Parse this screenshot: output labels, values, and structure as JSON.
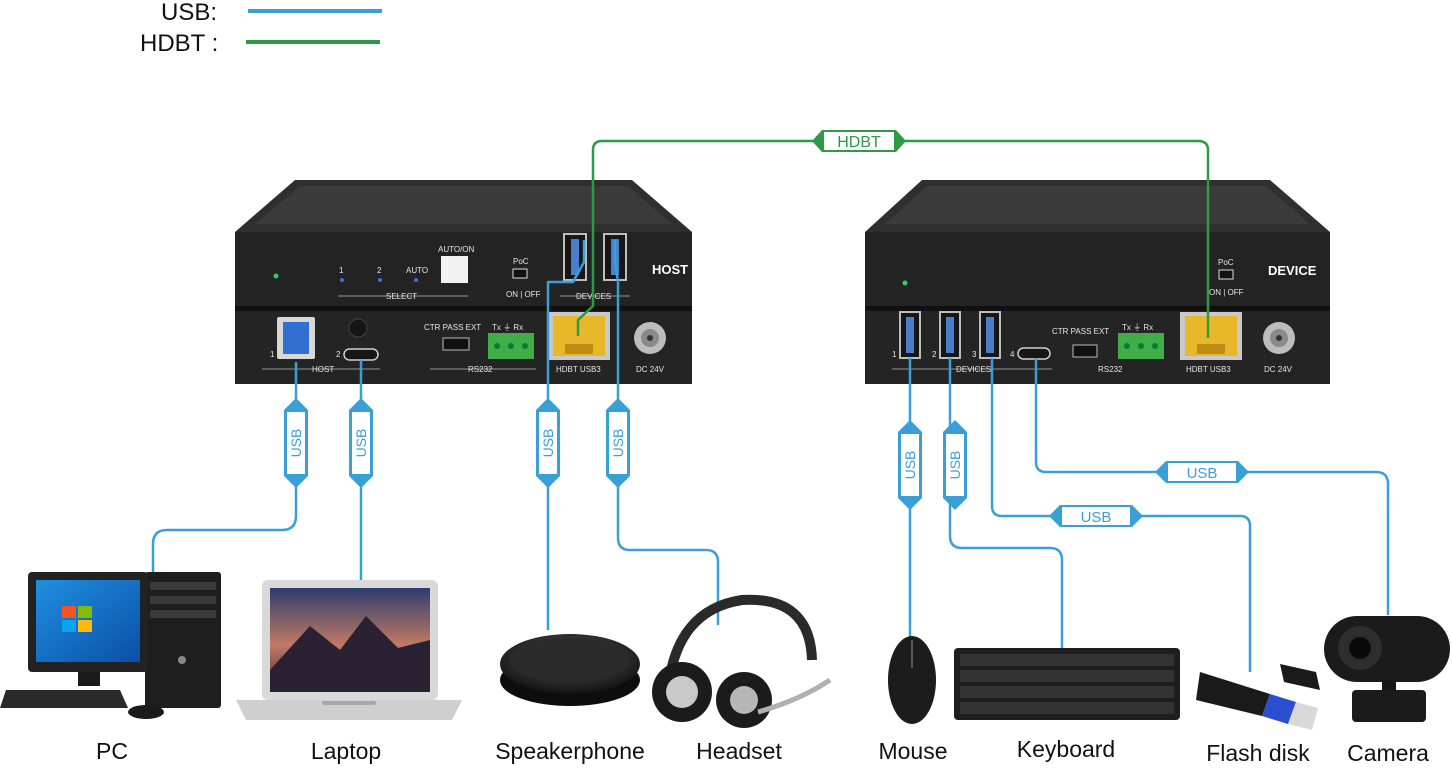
{
  "legend": {
    "usb_label": "USB:",
    "hdbt_label": "HDBT :"
  },
  "colors": {
    "usb": "#3a9fd6",
    "hdbt": "#2e9a47",
    "chassis": "#262626",
    "chassis_top": "#333333",
    "rj45": "#e8b72a",
    "terminal": "#3fae49"
  },
  "cable_tags": {
    "hdbt": "HDBT",
    "usb": "USB"
  },
  "host_box": {
    "name": "HOST",
    "select_label": "SELECT",
    "select_1": "1",
    "select_2": "2",
    "auto_label": "AUTO",
    "auto_on_label": "AUTO/ON",
    "poc_label": "PoC",
    "on_off_label": "ON | OFF",
    "devices_label": "DEVICES",
    "host_port_label": "HOST",
    "port_1": "1",
    "port_2": "2",
    "rs232_label": "RS232",
    "rs232_switch_label": "CTR  PASS  EXT",
    "terminal_label": "Tx  ⏚  Rx",
    "hdbt_usb3_label": "HDBT USB3",
    "dc_label": "DC 24V"
  },
  "device_box": {
    "name": "DEVICE",
    "poc_label": "PoC",
    "on_off_label": "ON | OFF",
    "devices_label": "DEVICES",
    "port_1": "1",
    "port_2": "2",
    "port_3": "3",
    "port_4": "4",
    "rs232_label": "RS232",
    "rs232_switch_label": "CTR  PASS  EXT",
    "terminal_label": "Tx  ⏚  Rx",
    "hdbt_usb3_label": "HDBT USB3",
    "dc_label": "DC 24V"
  },
  "devices": {
    "pc": "PC",
    "laptop": "Laptop",
    "speakerphone": "Speakerphone",
    "headset": "Headset",
    "mouse": "Mouse",
    "keyboard": "Keyboard",
    "flash_disk": "Flash disk",
    "camera": "Camera"
  }
}
